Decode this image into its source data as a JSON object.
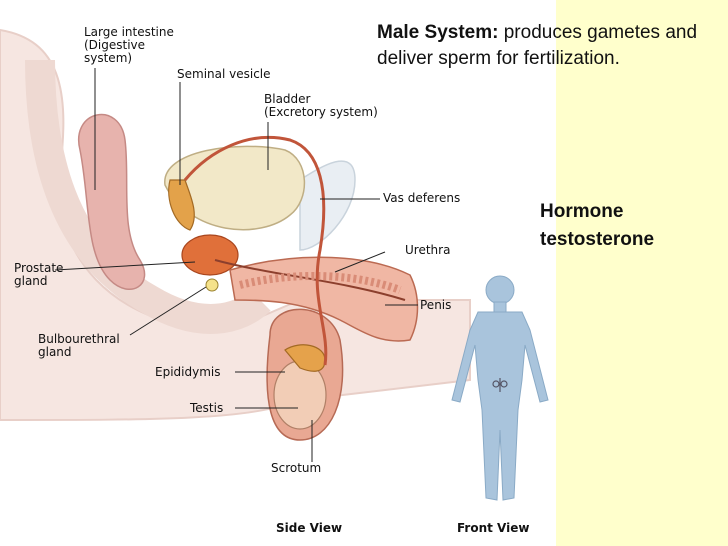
{
  "info": {
    "heading": "Male System:",
    "description": " produces gametes and deliver sperm for fertilization.",
    "hormone_title": "Hormone",
    "hormone_name": "testosterone"
  },
  "labels": {
    "large_intestine": "Large intestine\n(Digestive\nsystem)",
    "seminal_vesicle": "Seminal vesicle",
    "bladder": "Bladder\n(Excretory system)",
    "vas_deferens": "Vas deferens",
    "urethra": "Urethra",
    "prostate_gland": "Prostate\ngland",
    "penis": "Penis",
    "bulbourethral_gland": "Bulbourethral\ngland",
    "epididymis": "Epididymis",
    "testis": "Testis",
    "scrotum": "Scrotum"
  },
  "views": {
    "side": "Side View",
    "front": "Front View"
  },
  "colors": {
    "background": "#ffffcc",
    "tissue_pink": "#f1c4b5",
    "organ_orange": "#e0703a",
    "bladder": "#f2e8c8",
    "figure_blue": "#a9c4dc"
  }
}
